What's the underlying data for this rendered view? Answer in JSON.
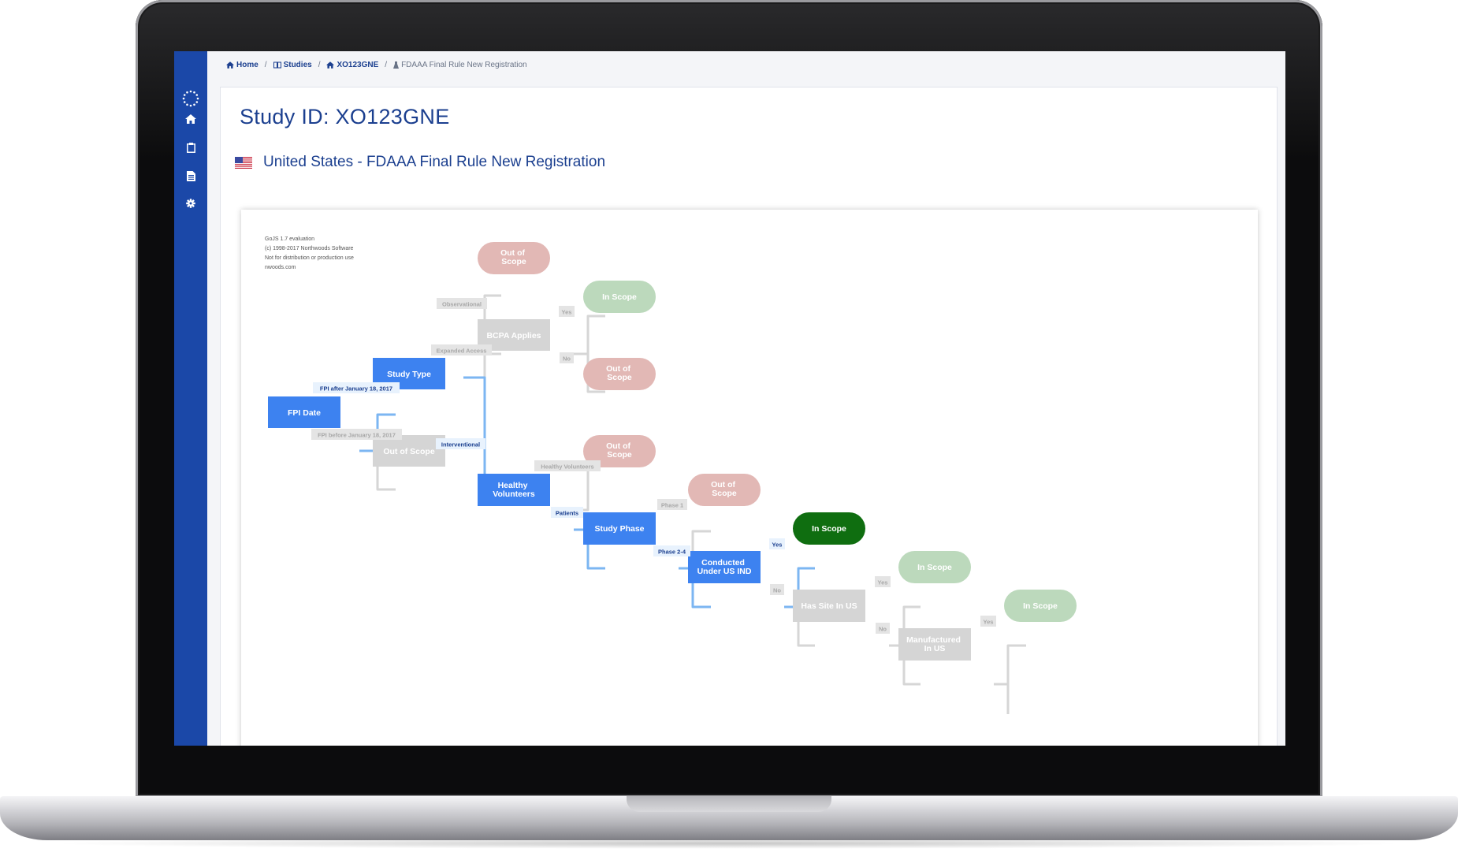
{
  "breadcrumb": {
    "home": "Home",
    "studies": "Studies",
    "study": "XO123GNE",
    "current": "FDAAA Final Rule New Registration"
  },
  "page": {
    "title": "Study ID: XO123GNE",
    "subtitle": "United States - FDAAA Final Rule New Registration",
    "flag_icon": "us-flag-icon"
  },
  "sidebar": {
    "icons": [
      "eu-stars-logo-icon",
      "home-icon",
      "clipboard-icon",
      "document-icon",
      "gear-icon"
    ]
  },
  "diagram": {
    "watermark": [
      "GoJS 1.7 evaluation",
      "(c) 1998-2017 Northwoods Software",
      "Not for distribution or production use",
      "nwoods.com"
    ],
    "nodes": {
      "fpi_date": "FPI Date",
      "study_type": "Study Type",
      "out_of_scope_fpi": "Out of Scope",
      "out_of_scope_obs": "Out of Scope",
      "bcpa_applies": "BCPA Applies",
      "in_scope_bcpa_yes": "In Scope",
      "out_of_scope_bcpa_no": "Out of Scope",
      "out_of_scope_healthy": "Out of Scope",
      "healthy_volunteers": "Healthy Volunteers",
      "out_of_scope_phase1": "Out of Scope",
      "study_phase": "Study Phase",
      "in_scope_ind_yes": "In Scope",
      "conducted_under_us_ind": "Conducted Under US IND",
      "in_scope_site_yes": "In Scope",
      "has_site_in_us": "Has Site In US",
      "in_scope_mfg_yes": "In Scope",
      "manufactured_in_us": "Manufactured In US"
    },
    "edges": {
      "fpi_after": "FPI after January 18, 2017",
      "fpi_before": "FPI before January 18, 2017",
      "observational": "Observational",
      "expanded_access": "Expanded Access",
      "interventional": "Interventional",
      "bcpa_yes": "Yes",
      "bcpa_no": "No",
      "healthy_volunteers": "Healthy Volunteers",
      "patients": "Patients",
      "phase1": "Phase 1",
      "phase2_4": "Phase 2-4",
      "ind_yes": "Yes",
      "ind_no": "No",
      "site_yes": "Yes",
      "site_no": "No",
      "mfg_yes": "Yes"
    },
    "colors": {
      "active_node": "#3d82f0",
      "inactive_node": "#d5d5d5",
      "out_of_scope_inactive": "#e2b8b5",
      "in_scope_inactive": "#bcd9bc",
      "in_scope_active": "#0f6e10",
      "active_link": "#7cb6f2",
      "inactive_link": "#d6d6d6",
      "sidebar": "#1b48a8",
      "accent_text": "#1b3f8f"
    }
  }
}
